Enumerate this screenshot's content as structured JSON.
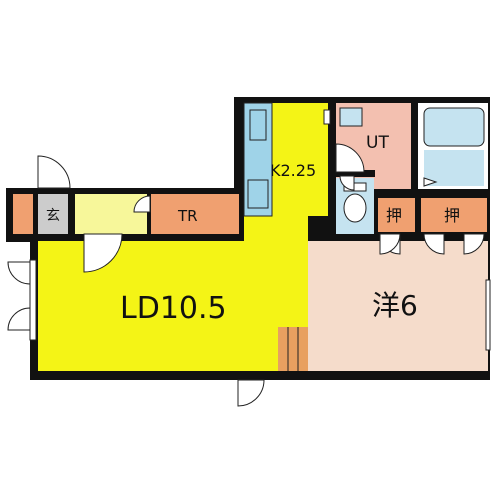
{
  "rooms": {
    "ld": "LD10.5",
    "kitchen": "K2.25",
    "ut": "UT",
    "western": "洋6",
    "entrance": "玄",
    "tr": "TR",
    "closet_left": "押",
    "closet_right": "押"
  },
  "colors": {
    "wall": "#111111",
    "living_yellow": "#f4f416",
    "entrance_yellow": "#f7f79a",
    "kitchen_blue": "#9fd3e8",
    "storage_orange": "#f0a070",
    "western_pink": "#f5dccb",
    "ut_pink": "#f3c0b0",
    "bath_blue": "#c5e3f0",
    "stair_orange": "#e8a060",
    "grey_floor": "#cccccc"
  }
}
